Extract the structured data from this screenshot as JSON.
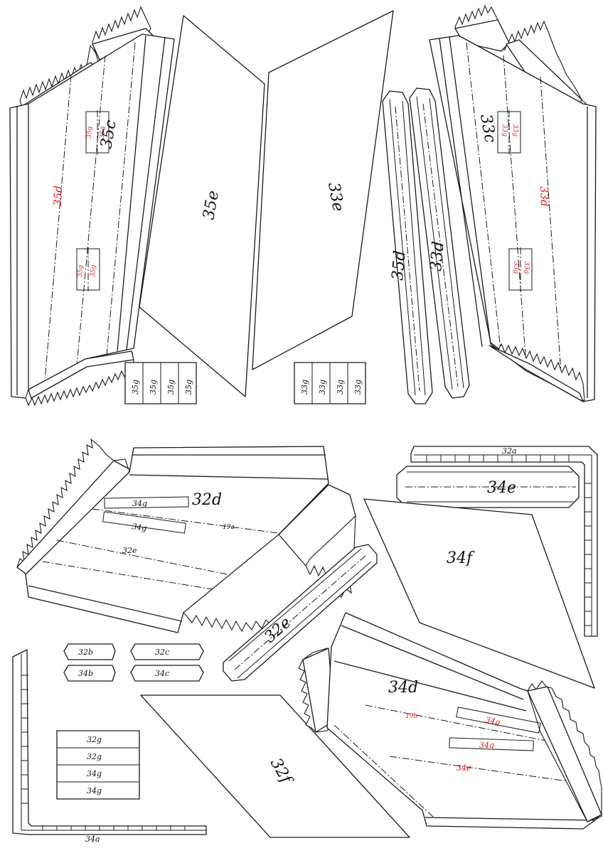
{
  "colors": {
    "ink": "#1a1a1a",
    "paper": "#ffffff",
    "marker": "#e0191a"
  },
  "labels": {
    "p35c": "35c",
    "p35e": "35e",
    "p33e": "33e",
    "p35d_bar": "35d",
    "p33d_bar": "33d",
    "p33c": "33c",
    "m35d": "35d",
    "m33d": "33d",
    "m35g_a": "35g",
    "m35g_b": "35g",
    "m35g_c": "35g",
    "m35g_d": "35g",
    "m33g_a": "33g",
    "m33g_b": "33g",
    "m33g_c": "33g",
    "m33g_d": "33g",
    "strip35g": [
      "35g",
      "35g",
      "35g",
      "35g"
    ],
    "strip33g": [
      "33g",
      "33g",
      "33g",
      "33g"
    ],
    "p32d": "32d",
    "m32d_34g_a": "34g",
    "m32d_34g_b": "34g",
    "m32d_19a": "19a",
    "m32d_32e": "32e",
    "p32e": "32e",
    "p32a": "32a",
    "p34e": "34e",
    "p34f": "34f",
    "p32b": "32b",
    "p32c": "32c",
    "p34b": "34b",
    "p34c": "34c",
    "p34a": "34a",
    "strip_g": [
      "32g",
      "32g",
      "34g",
      "34g"
    ],
    "p32f": "32f",
    "p34d": "34d",
    "m34d_19b": "19b",
    "m34d_34g_a": "34g",
    "m34d_34g_b": "34g",
    "m34d_34e": "34e"
  }
}
